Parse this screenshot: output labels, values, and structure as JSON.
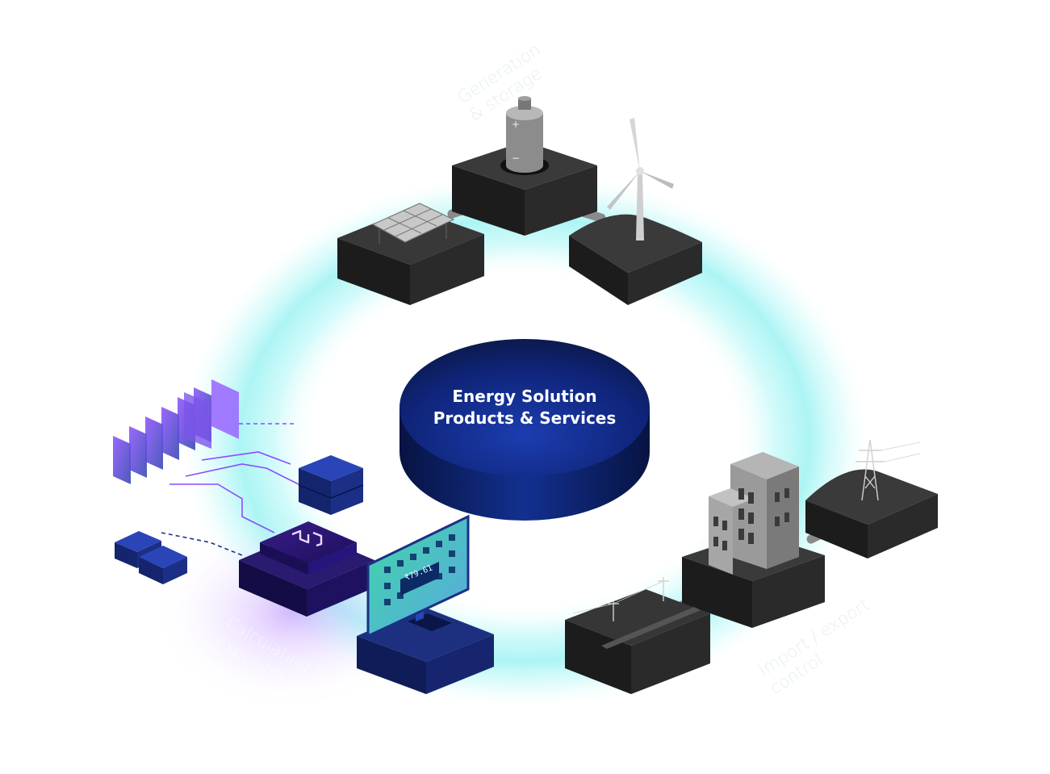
{
  "hub": {
    "line1": "Energy Solution",
    "line2": "Products & Services"
  },
  "labels": {
    "generation": {
      "line1": "Generation",
      "line2": "& storage"
    },
    "import_export": {
      "line1": "Import / export",
      "line2": "control"
    },
    "calculating": {
      "line1": "Calculating &",
      "line2": "exposing data"
    }
  },
  "screen": {
    "readout": "₹79.61"
  },
  "icons": [
    "battery-icon",
    "solar-panel-icon",
    "wind-turbine-icon",
    "office-building-icon",
    "transmission-tower-icon",
    "power-line-pole-icon",
    "data-processor-icon",
    "monitor-icon",
    "server-block-icon",
    "data-card-stack-icon"
  ],
  "colors": {
    "ring_glow": "#a8f4f4",
    "hub_dark": "#0b1a4d",
    "hub_light": "#1c3db0",
    "platform_top": "#3a3a3a",
    "platform_side": "#1c1c1c",
    "purple_accent": "#8a4dff",
    "navy_block": "#1b2f86",
    "screen_teal": "#43d3b0"
  }
}
